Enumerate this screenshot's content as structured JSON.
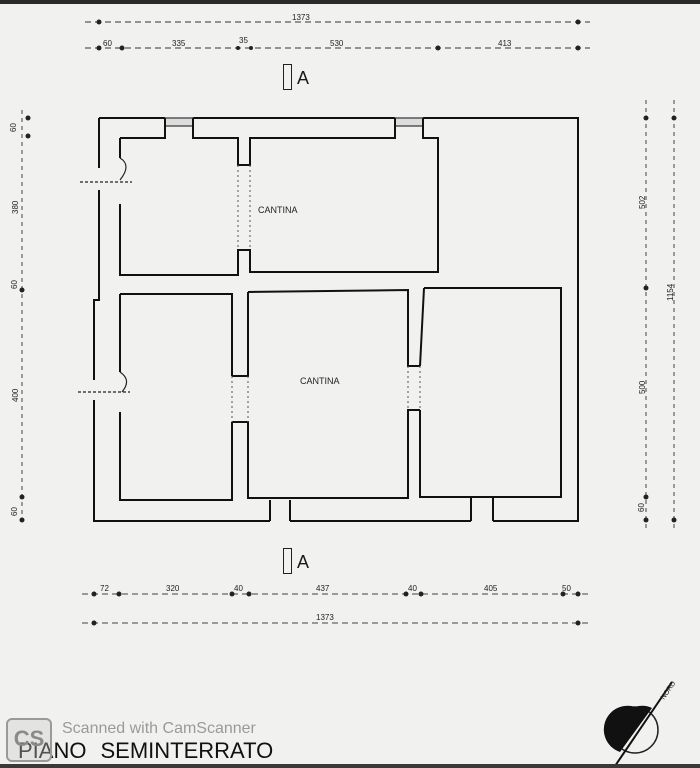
{
  "drawing": {
    "title_word1": "PIANO",
    "title_word2": "SEMINTERRATO",
    "rooms": [
      {
        "label": "CANTINA"
      },
      {
        "label": "CANTINA"
      }
    ],
    "section_marker_top": "A",
    "section_marker_bottom": "A",
    "north_label": "NORD"
  },
  "dimensions": {
    "top_total": "1373",
    "top_segments": [
      "60",
      "335",
      "35",
      "530",
      "413"
    ],
    "bottom_segments": [
      "72",
      "320",
      "40",
      "437",
      "40",
      "405",
      "50"
    ],
    "bottom_total": "1373",
    "left_segments": [
      "60",
      "380",
      "60",
      "400",
      "60"
    ],
    "right_segments": [
      "502",
      "500",
      "60"
    ],
    "right_total": "1154"
  },
  "watermark": {
    "logo": "CS",
    "text": "Scanned with CamScanner"
  },
  "colors": {
    "paper": "#f1f1ef",
    "ink": "#1a1a1a"
  }
}
